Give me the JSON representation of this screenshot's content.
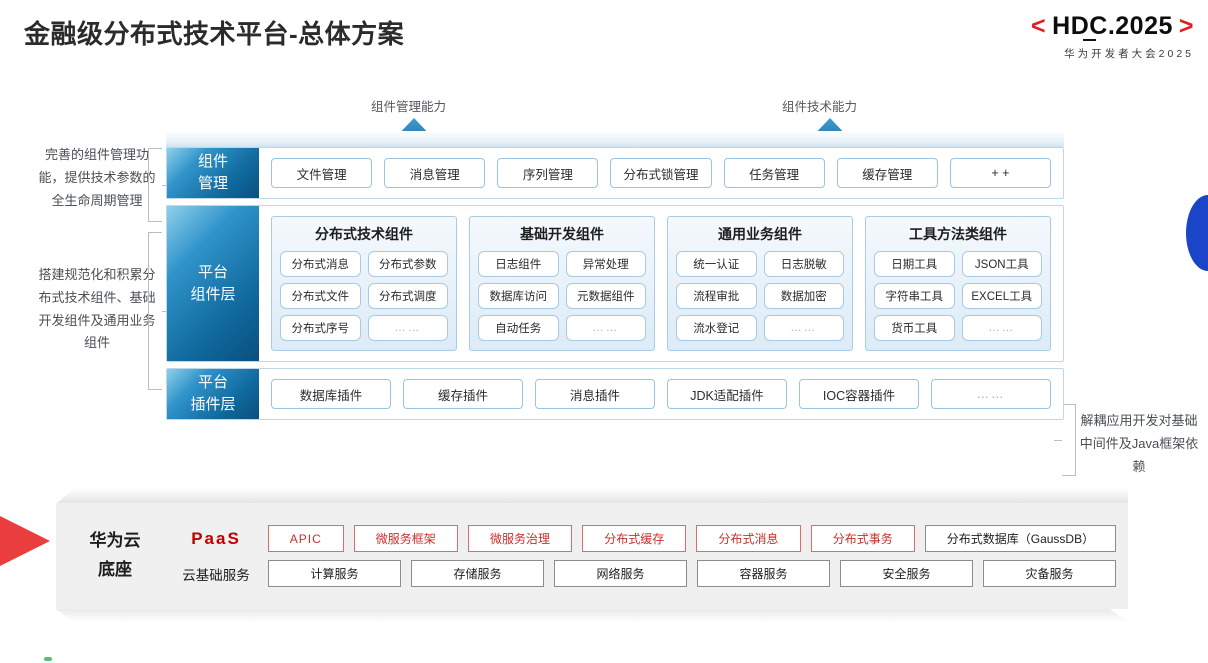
{
  "header": {
    "title": "金融级分布式技术平台-总体方案",
    "logo": {
      "left_bracket": "<",
      "main": "HDC.2025",
      "right_bracket": ">",
      "subtitle": "华为开发者大会2025"
    }
  },
  "callouts": {
    "arrow_left_label": "组件管理能力",
    "arrow_right_label": "组件技术能力"
  },
  "annotations": {
    "left_1": "完善的组件管理功能，提供技术参数的全生命周期管理",
    "left_2": "搭建规范化和积累分布式技术组件、基础开发组件及通用业务组件",
    "right_1": "解耦应用开发对基础中间件及Java框架依赖"
  },
  "layers": [
    {
      "label": "组件\n管理",
      "label_lines": [
        "组件",
        "管理"
      ],
      "type": "chips",
      "chips": [
        "文件管理",
        "消息管理",
        "序列管理",
        "分布式锁管理",
        "任务管理",
        "缓存管理",
        "+ +"
      ]
    },
    {
      "label_lines": [
        "平台",
        "组件层"
      ],
      "type": "groups",
      "groups": [
        {
          "title": "分布式技术组件",
          "cells": [
            "分布式消息",
            "分布式参数",
            "分布式文件",
            "分布式调度",
            "分布式序号",
            "……"
          ]
        },
        {
          "title": "基础开发组件",
          "cells": [
            "日志组件",
            "异常处理",
            "数据库访问",
            "元数据组件",
            "自动任务",
            "……"
          ]
        },
        {
          "title": "通用业务组件",
          "cells": [
            "统一认证",
            "日志脱敏",
            "流程审批",
            "数据加密",
            "流水登记",
            "……"
          ]
        },
        {
          "title": "工具方法类组件",
          "cells": [
            "日期工具",
            "JSON工具",
            "字符串工具",
            "EXCEL工具",
            "货币工具",
            "……"
          ]
        }
      ]
    },
    {
      "label_lines": [
        "平台",
        "插件层"
      ],
      "type": "chips",
      "chips": [
        "数据库插件",
        "缓存插件",
        "消息插件",
        "JDK适配插件",
        "IOC容器插件",
        "……"
      ]
    }
  ],
  "base": {
    "title_lines": [
      "华为云",
      "底座"
    ],
    "rows": [
      {
        "label": "PaaS",
        "style": "paas",
        "chips": [
          {
            "text": "APIC",
            "style": "red",
            "size": "narrow"
          },
          {
            "text": "微服务框架",
            "style": "red",
            "size": "normal"
          },
          {
            "text": "微服务治理",
            "style": "red",
            "size": "normal"
          },
          {
            "text": "分布式缓存",
            "style": "red",
            "size": "normal"
          },
          {
            "text": "分布式消息",
            "style": "red",
            "size": "normal"
          },
          {
            "text": "分布式事务",
            "style": "red",
            "size": "normal"
          },
          {
            "text": "分布式数据库（GaussDB）",
            "style": "gray",
            "size": "wide"
          }
        ]
      },
      {
        "label": "云基础服务",
        "style": "cloud",
        "chips": [
          {
            "text": "计算服务",
            "style": "gray",
            "size": "normal"
          },
          {
            "text": "存储服务",
            "style": "gray",
            "size": "normal"
          },
          {
            "text": "网络服务",
            "style": "gray",
            "size": "normal"
          },
          {
            "text": "容器服务",
            "style": "gray",
            "size": "normal"
          },
          {
            "text": "安全服务",
            "style": "gray",
            "size": "normal"
          },
          {
            "text": "灾备服务",
            "style": "gray",
            "size": "normal"
          }
        ]
      }
    ]
  },
  "colors": {
    "accent_blue": "#10699d",
    "accent_red": "#c00000",
    "brand_red": "#e02020",
    "deco_blue": "#1b45c8",
    "base_bg": "#f0f0f0"
  }
}
